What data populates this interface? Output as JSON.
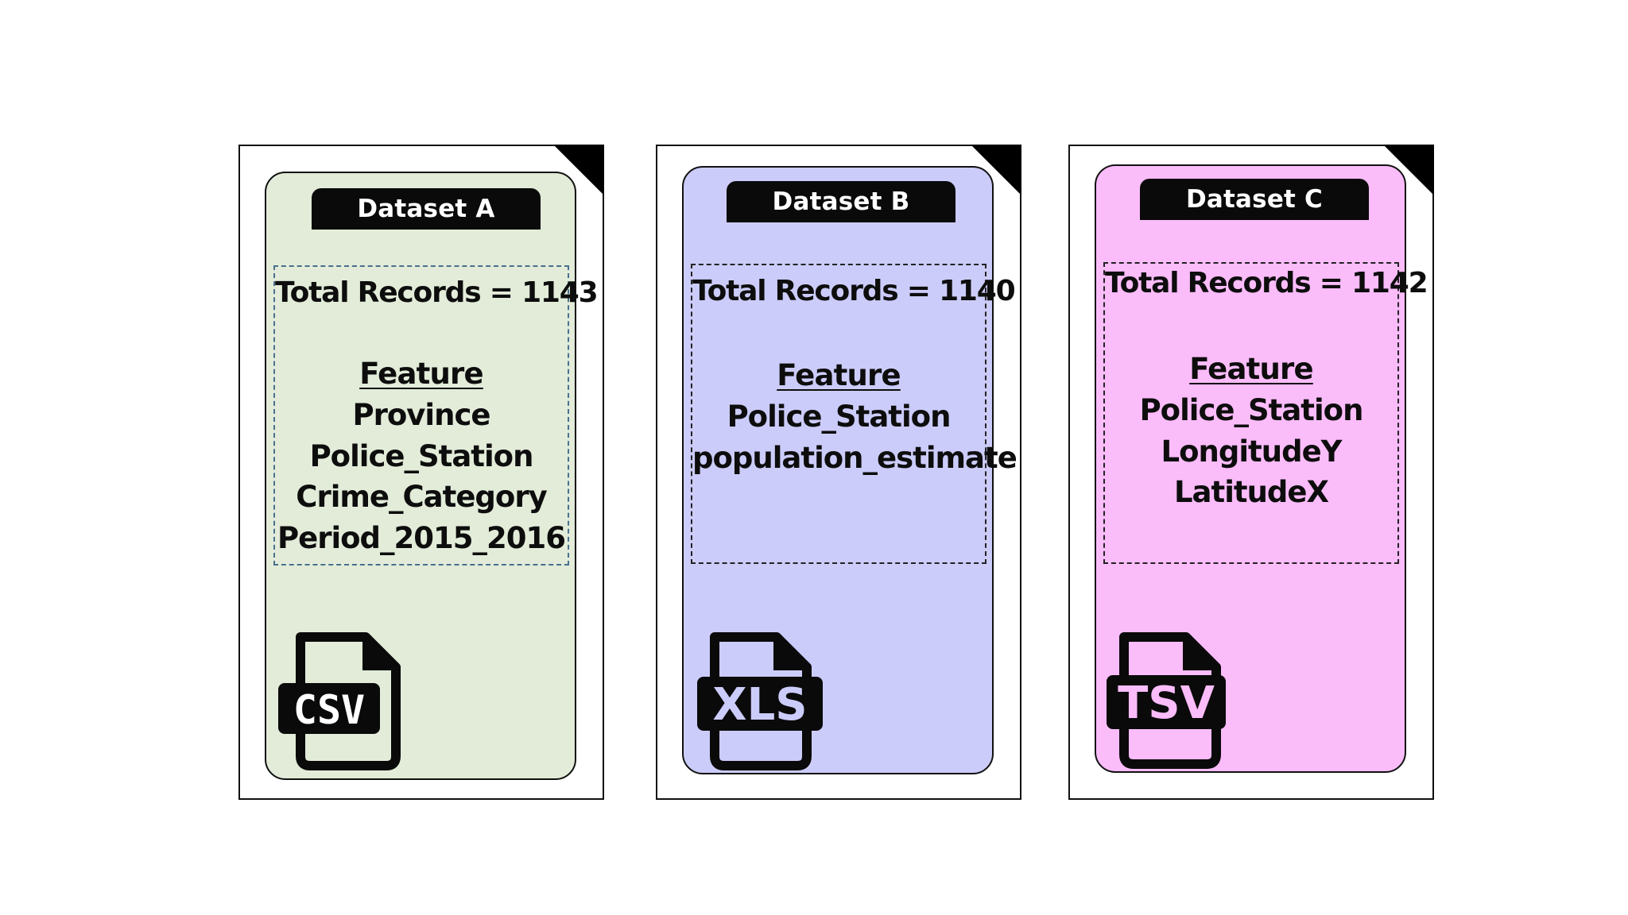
{
  "datasets": [
    {
      "title": "Dataset A",
      "total": "Total Records = 1143",
      "feature_heading": "Feature",
      "features": [
        "Province",
        "Police_Station",
        "Crime_Category",
        "Period_2015_2016"
      ],
      "file_type": "CSV",
      "panel_color": "#e2ecd9"
    },
    {
      "title": "Dataset B",
      "total": "Total Records = 1140",
      "feature_heading": "Feature",
      "features": [
        "Police_Station",
        "population_estimate"
      ],
      "file_type": "XLS",
      "panel_color": "#ccccfb"
    },
    {
      "title": "Dataset C",
      "total": "Total Records = 1142",
      "feature_heading": "Feature",
      "features": [
        "Police_Station",
        "LongitudeY",
        "LatitudeX"
      ],
      "file_type": "TSV",
      "panel_color": "#fbbcfa"
    }
  ]
}
